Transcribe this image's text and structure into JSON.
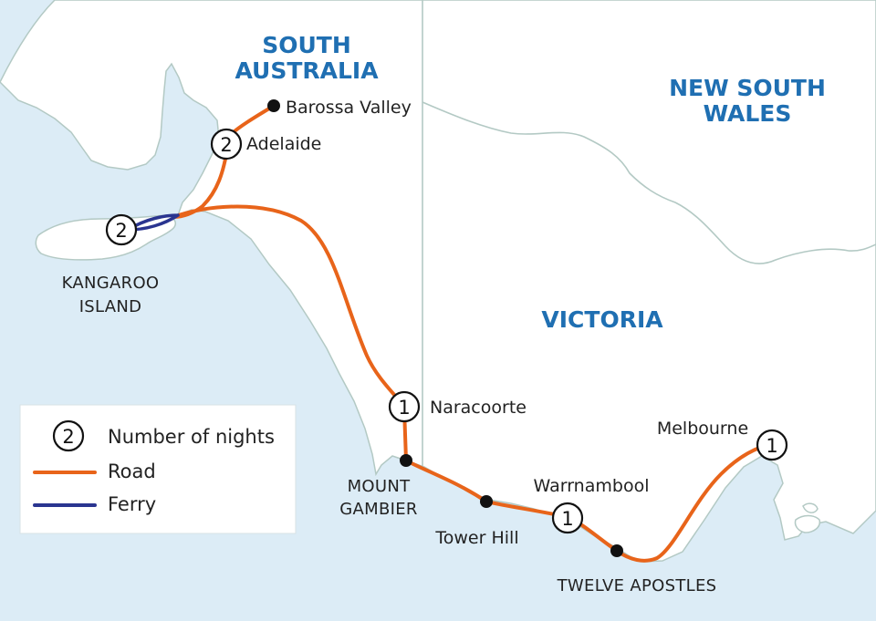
{
  "map": {
    "colors": {
      "sea": "#dcecf6",
      "land": "#ffffff",
      "coast": "#b3c9c4",
      "border": "#b3c9c4",
      "road": "#e8641a",
      "ferry": "#2a3590",
      "region_label": "#1f6fb2"
    },
    "regions": {
      "south_australia": {
        "line1": "SOUTH",
        "line2": "AUSTRALIA"
      },
      "new_south_wales": {
        "line1": "NEW SOUTH",
        "line2": "WALES"
      },
      "victoria": "VICTORIA"
    },
    "places": {
      "barossa_valley": "Barossa Valley",
      "adelaide": "Adelaide",
      "kangaroo_island": {
        "line1": "KANGAROO",
        "line2": "ISLAND"
      },
      "naracoorte": "Naracoorte",
      "mount_gambier": {
        "line1": "MOUNT",
        "line2": "GAMBIER"
      },
      "tower_hill": "Tower Hill",
      "warrnambool": "Warrnambool",
      "twelve_apostles": "TWELVE APOSTLES",
      "melbourne": "Melbourne"
    },
    "nights": {
      "adelaide": "2",
      "kangaroo_island": "2",
      "naracoorte": "1",
      "warrnambool": "1",
      "melbourne": "1"
    }
  },
  "legend": {
    "nights_sample": "2",
    "nights_label": "Number of nights",
    "road_label": "Road",
    "ferry_label": "Ferry"
  }
}
